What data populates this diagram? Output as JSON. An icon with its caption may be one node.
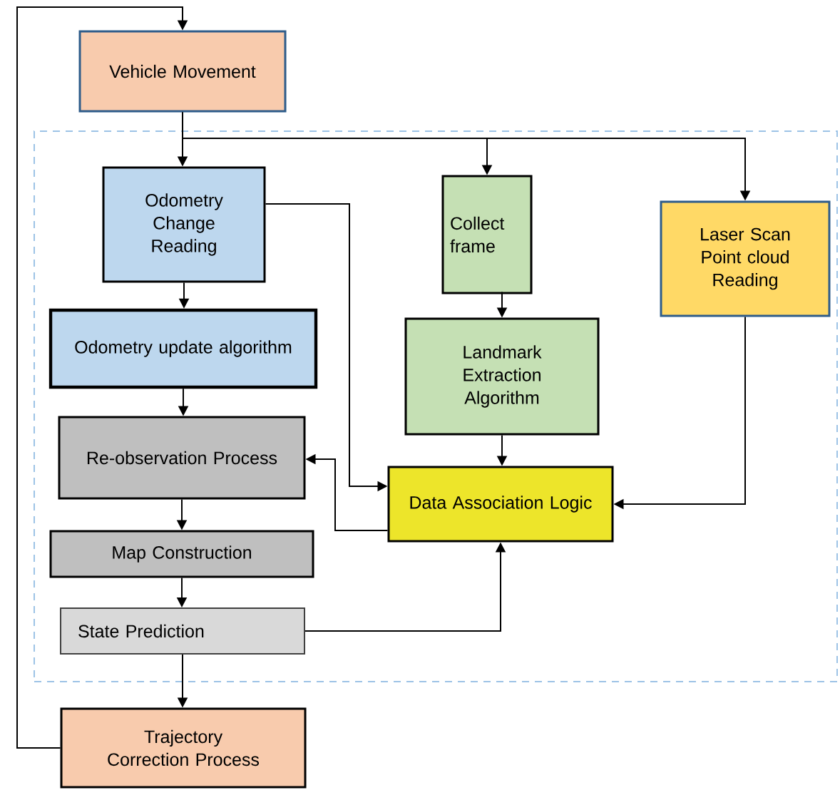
{
  "diagram": {
    "nodes": [
      {
        "text": [
          "Vehicle Movement"
        ]
      },
      {
        "text": [],
        "shape": "box"
      },
      {
        "text": [
          "Odometry Change Reading"
        ],
        "in": 1
      },
      {
        "text": [
          "Odometry update algorithm"
        ],
        "in": 1
      },
      {
        "text": [
          "Re-observation Process"
        ],
        "in": 1
      },
      {
        "text": [
          "Map Construction"
        ],
        "in": 1
      },
      {
        "text": [
          "State Prediction"
        ],
        "in": 1
      },
      {
        "text": [
          "Collect frame"
        ],
        "in": 1
      },
      {
        "text": [
          "Landmark Extraction Algorithm"
        ],
        "in": 1
      },
      {
        "text": [
          "Laser Scan Point cloud Reading"
        ],
        "in": 1
      },
      {
        "text": [
          "Data Association Logic"
        ],
        "in": 1
      },
      {
        "text": [
          "Trajectory Correction Process"
        ]
      }
    ],
    "edges": [
      {
        "from": 0,
        "to": 2,
        "arrow": "to"
      },
      {
        "from": 0,
        "to": 7,
        "arrow": "to"
      },
      {
        "from": 0,
        "to": 9,
        "arrow": "to"
      },
      {
        "from": 2,
        "to": 3,
        "arrow": "to"
      },
      {
        "from": 2,
        "to": 10,
        "arrow": "to"
      },
      {
        "from": 3,
        "to": 4,
        "arrow": "to"
      },
      {
        "from": 4,
        "to": 5,
        "arrow": "to"
      },
      {
        "from": 5,
        "to": 6,
        "arrow": "to"
      },
      {
        "from": 6,
        "to": 11,
        "arrow": "to"
      },
      {
        "from": 6,
        "to": 10,
        "arrow": "to"
      },
      {
        "from": 7,
        "to": 8,
        "arrow": "to"
      },
      {
        "from": 8,
        "to": 10,
        "arrow": "to"
      },
      {
        "from": 9,
        "to": 10,
        "arrow": "to"
      },
      {
        "from": 10,
        "to": 4,
        "arrow": "to"
      },
      {
        "from": 11,
        "to": 0,
        "arrow": "to"
      }
    ]
  }
}
